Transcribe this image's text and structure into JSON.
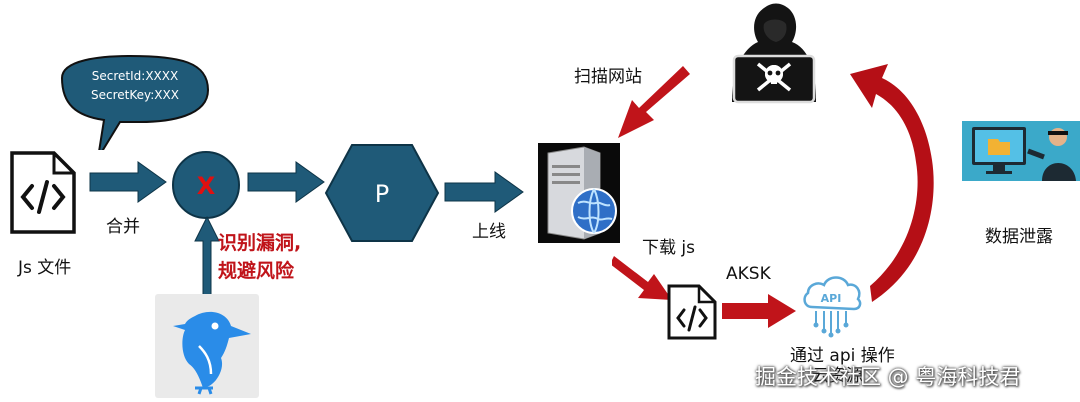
{
  "bubble": {
    "line1": "SecretId:XXXX",
    "line2": "SecretKey:XXX"
  },
  "nodes": {
    "js_file": "Js 文件",
    "merge_op": "X",
    "publish_node": "P"
  },
  "labels": {
    "merge": "合并",
    "detect_line1": "识别漏洞,",
    "detect_line2": "规避风险",
    "deploy": "上线",
    "scan": "扫描网站",
    "download": "下载 js",
    "aksk": "AKSK",
    "api_line1": "通过 api 操作",
    "api_line2": "云资源",
    "leak": "数据泄露"
  },
  "watermark": "掘金技术社区 @ 粤海科技君",
  "colors": {
    "teal": "#1f5a78",
    "red": "#c0141a",
    "hacker": "#141414",
    "sky": "#5aa8d8"
  }
}
